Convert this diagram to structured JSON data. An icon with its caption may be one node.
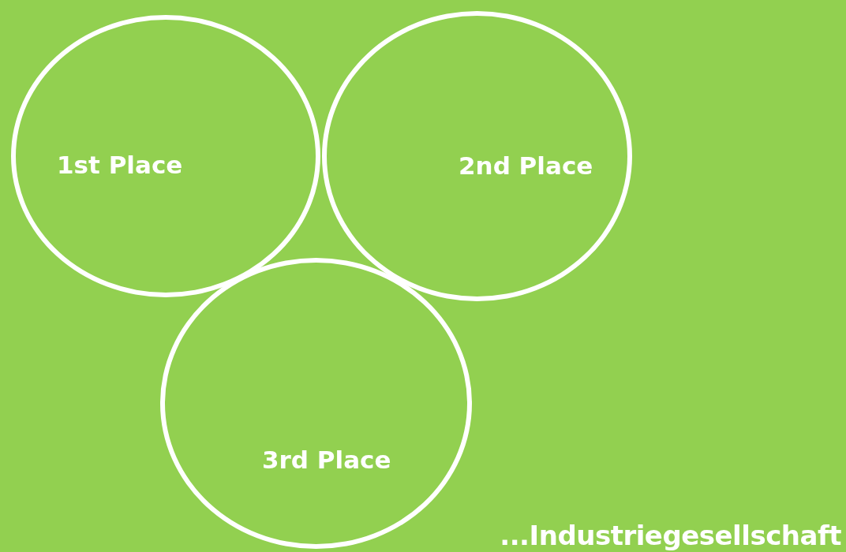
{
  "diagram": {
    "nodes": [
      {
        "text": [
          "1st Place"
        ]
      },
      {
        "text": [
          "2nd Place"
        ]
      },
      {
        "text": [
          "3rd Place"
        ]
      }
    ],
    "edges": [],
    "labels": [
      "...Industriegesellschaft"
    ]
  }
}
